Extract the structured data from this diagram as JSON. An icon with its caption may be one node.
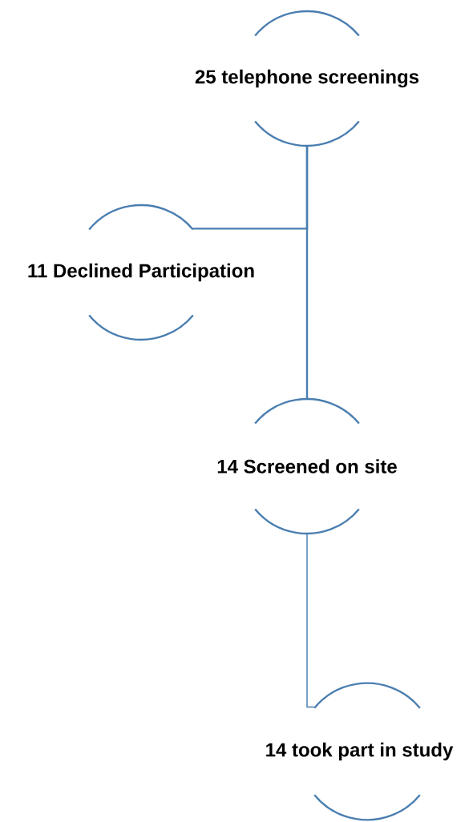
{
  "diagram": {
    "nodes": [
      {
        "text": [
          "25 telephone screenings"
        ]
      },
      {
        "text": [
          "11 Declined Participation"
        ]
      },
      {
        "text": [
          "14 Screened on site"
        ]
      },
      {
        "text": [
          "14 took part in study"
        ]
      }
    ],
    "edges": [
      {
        "from": 0,
        "to": 1,
        "arrow": "none"
      },
      {
        "from": 0,
        "to": 2,
        "arrow": "none"
      },
      {
        "from": 2,
        "to": 3,
        "arrow": "none"
      }
    ]
  }
}
